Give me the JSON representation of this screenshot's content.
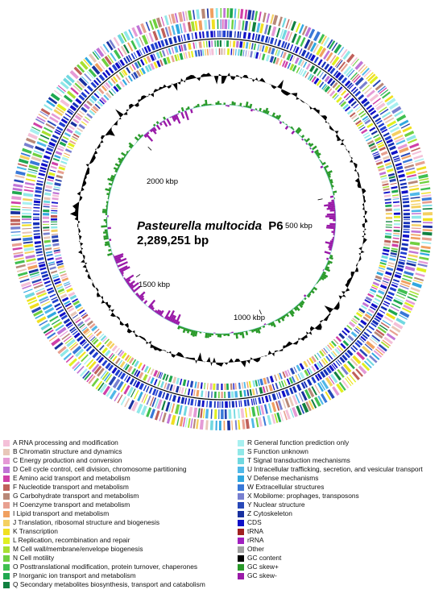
{
  "genome": {
    "organism": "Pasteurella multocida",
    "strain": "P6",
    "size_label": "2,289,251 bp"
  },
  "ticks": [
    {
      "label": "500 kbp",
      "kbp": 500
    },
    {
      "label": "1000 kbp",
      "kbp": 1000
    },
    {
      "label": "1500 kbp",
      "kbp": 1500
    },
    {
      "label": "2000 kbp",
      "kbp": 2000
    }
  ],
  "genome_kbp": 2289.251,
  "legend": {
    "left": [
      {
        "label": "A RNA processing and modification",
        "color": "#f4c0d8"
      },
      {
        "label": "B Chromatin structure and dynamics",
        "color": "#e8c7b8"
      },
      {
        "label": "C Energy production and conversion",
        "color": "#e59ad6"
      },
      {
        "label": "D Cell cycle control, cell division, chromosome partitioning",
        "color": "#c074d6"
      },
      {
        "label": "E Amino acid transport and metabolism",
        "color": "#d040a8"
      },
      {
        "label": "F Nucleotide transport and metabolism",
        "color": "#c0605a"
      },
      {
        "label": "G Carbohydrate transport and metabolism",
        "color": "#b88878"
      },
      {
        "label": "H Coenzyme transport and metabolism",
        "color": "#e8a090"
      },
      {
        "label": "I Lipid transport and metabolism",
        "color": "#f0a060"
      },
      {
        "label": "J Translation, ribosomal structure and biogenesis",
        "color": "#f4d060"
      },
      {
        "label": "K Transcription",
        "color": "#f0e020"
      },
      {
        "label": "L Replication, recombination and repair",
        "color": "#e0f020"
      },
      {
        "label": "M Cell wall/membrane/envelope biogenesis",
        "color": "#a8e030"
      },
      {
        "label": "N Cell motility",
        "color": "#70d040"
      },
      {
        "label": "O Posttranslational modification, protein turnover, chaperones",
        "color": "#40c050"
      },
      {
        "label": "P Inorganic ion transport and metabolism",
        "color": "#20a850"
      },
      {
        "label": "Q Secondary metabolites biosynthesis, transport and catabolism",
        "color": "#108040"
      }
    ],
    "right": [
      {
        "label": "R General function prediction only",
        "color": "#a8f0f0"
      },
      {
        "label": "S Function unknown",
        "color": "#90e8e8"
      },
      {
        "label": "T Signal transduction mechanisms",
        "color": "#70d8e0"
      },
      {
        "label": "U Intracellular trafficking, secretion, and vesicular transport",
        "color": "#50b8e8"
      },
      {
        "label": "V Defense mechanisms",
        "color": "#30a8e0"
      },
      {
        "label": "W Extracellular structures",
        "color": "#3878d8"
      },
      {
        "label": "X Mobilome: prophages, transposons",
        "color": "#7880d0"
      },
      {
        "label": "Y Nuclear structure",
        "color": "#2848b8"
      },
      {
        "label": "Z Cytoskeleton",
        "color": "#1830a0"
      },
      {
        "label": "CDS",
        "color": "#1010c8"
      },
      {
        "label": "tRNA",
        "color": "#a02020"
      },
      {
        "label": "rRNA",
        "color": "#a020c0"
      },
      {
        "label": "Other",
        "color": "#a0a0a0"
      },
      {
        "label": "GC content",
        "color": "#000000"
      },
      {
        "label": "GC skew+",
        "color": "#2a9a2a"
      },
      {
        "label": "GC skew-",
        "color": "#9a1aa8"
      }
    ]
  }
}
